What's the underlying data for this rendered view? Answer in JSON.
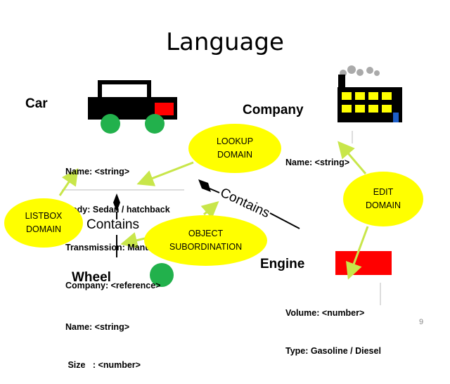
{
  "title": "Language",
  "entities": {
    "car": {
      "label": "Car",
      "fields": [
        "Name: <string>",
        "Body: Sedan / hatchback",
        "Transmission: Manual / Auto",
        "Company: <reference>"
      ]
    },
    "company": {
      "label": "Company",
      "fields": [
        "Name: <string>"
      ]
    },
    "wheel": {
      "label": "Wheel",
      "fields": [
        "Name: <string>",
        " Size   : <number>"
      ]
    },
    "engine": {
      "label": "Engine",
      "fields": [
        "Volume: <number>",
        "Type: Gasoline / Diesel"
      ]
    }
  },
  "relations": {
    "car_wheel": "Contains",
    "car_engine": "Contains"
  },
  "callouts": {
    "lookup": [
      "LOOKUP",
      "DOMAIN"
    ],
    "listbox": [
      "LISTBOX",
      "DOMAIN"
    ],
    "object": [
      "OBJECT",
      "SUBORDINATION"
    ],
    "edit": [
      "EDIT",
      "DOMAIN"
    ]
  },
  "slide_number": "9",
  "colors": {
    "callout_fill": "#ffff00",
    "arrow": "#c8e64a",
    "car_body": "#000000",
    "car_light": "#ff0000",
    "wheel": "#22b14c",
    "engine": "#ff0000",
    "factory_windows": "#ffff00"
  }
}
